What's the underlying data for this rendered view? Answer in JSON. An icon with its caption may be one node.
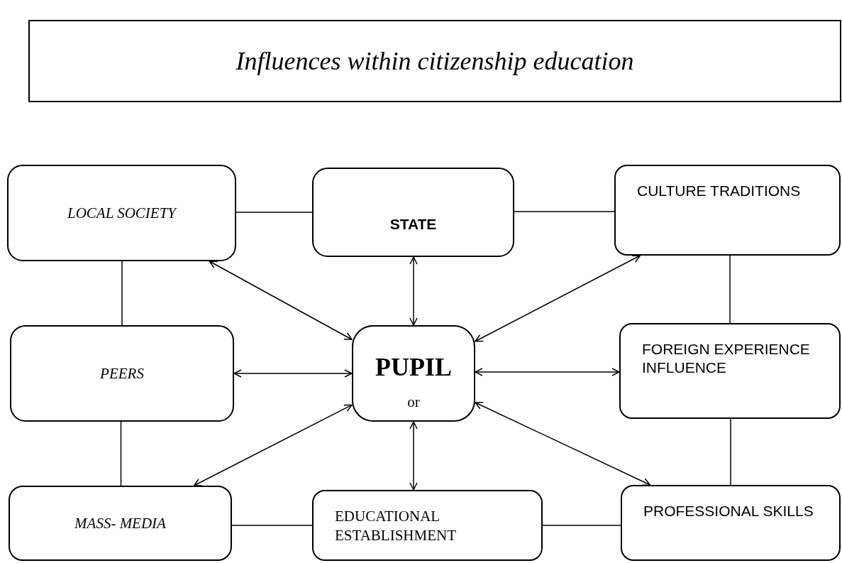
{
  "diagram": {
    "nodes": [
      {
        "text": [
          "Influences within citizenship education"
        ]
      },
      {
        "text": [
          "LOCAL SOCIETY"
        ]
      },
      {
        "text": [
          "STATE"
        ]
      },
      {
        "text": [
          "CULTURE TRADITIONS"
        ]
      },
      {
        "text": [
          "PEERS"
        ]
      },
      {
        "text": [
          "PUPIL",
          "or"
        ]
      },
      {
        "text": [
          "FOREIGN EXPERIENCE INFLUENCE"
        ]
      },
      {
        "text": [
          "MASS- MEDIA"
        ]
      },
      {
        "text": [
          "EDUCATIONAL ESTABLISHMENT"
        ]
      },
      {
        "text": [
          "PROFESSIONAL SKILLS"
        ]
      }
    ],
    "edges": [
      {
        "from": 1,
        "to": 2,
        "arrow": "none"
      },
      {
        "from": 2,
        "to": 3,
        "arrow": "none"
      },
      {
        "from": 1,
        "to": 4,
        "arrow": "none"
      },
      {
        "from": 3,
        "to": 6,
        "arrow": "none"
      },
      {
        "from": 4,
        "to": 7,
        "arrow": "none"
      },
      {
        "from": 6,
        "to": 9,
        "arrow": "none"
      },
      {
        "from": 7,
        "to": 8,
        "arrow": "none"
      },
      {
        "from": 8,
        "to": 9,
        "arrow": "none"
      },
      {
        "from": 5,
        "to": 1,
        "arrow": "both"
      },
      {
        "from": 5,
        "to": 2,
        "arrow": "both"
      },
      {
        "from": 5,
        "to": 3,
        "arrow": "both"
      },
      {
        "from": 5,
        "to": 4,
        "arrow": "both"
      },
      {
        "from": 5,
        "to": 6,
        "arrow": "both"
      },
      {
        "from": 5,
        "to": 7,
        "arrow": "both"
      },
      {
        "from": 5,
        "to": 8,
        "arrow": "both"
      },
      {
        "from": 5,
        "to": 9,
        "arrow": "both"
      }
    ]
  }
}
